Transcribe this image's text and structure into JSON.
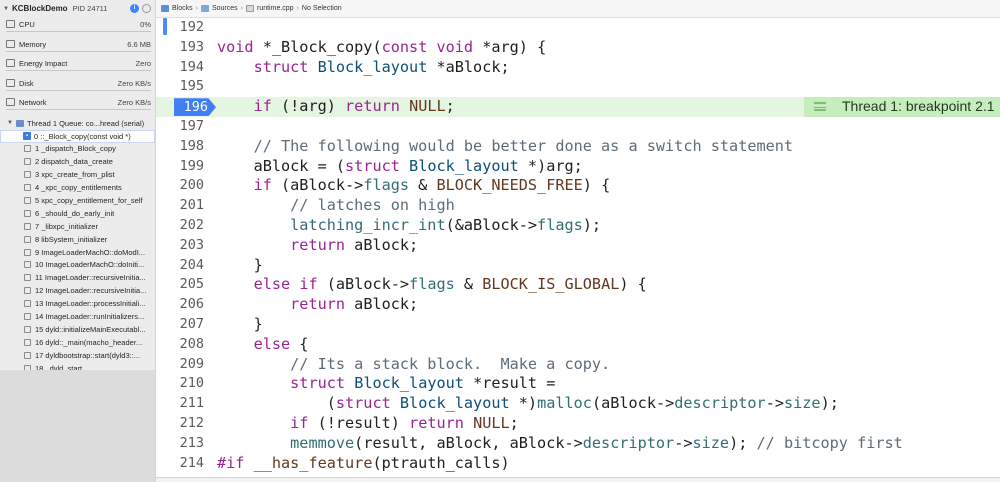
{
  "navigator": {
    "process": {
      "name": "KCBlockDemo",
      "pid": "PID 24711"
    },
    "gauges": [
      {
        "label": "CPU",
        "value": "0%"
      },
      {
        "label": "Memory",
        "value": "6.6 MB"
      },
      {
        "label": "Energy Impact",
        "value": "Zero"
      },
      {
        "label": "Disk",
        "value": "Zero KB/s"
      },
      {
        "label": "Network",
        "value": "Zero KB/s"
      }
    ],
    "thread": "Thread 1 Queue: co...hread (serial)",
    "selected_frame": "0 ::_Block_copy(const void *)",
    "frames": [
      "1 _dispatch_Block_copy",
      "2 dispatch_data_create",
      "3 xpc_create_from_plist",
      "4 _xpc_copy_entitlements",
      "5 xpc_copy_entitlement_for_self",
      "6 _should_do_early_init",
      "7 _libxpc_initializer",
      "8 libSystem_initializer",
      "9 ImageLoaderMachO::doModI...",
      "10 ImageLoaderMachO::doIniti...",
      "11 ImageLoader::recursiveInitia...",
      "12 ImageLoader::recursiveInitia...",
      "13 ImageLoader::processInitiali...",
      "14 ImageLoader::runInitializers...",
      "15 dyld::initializeMainExecutabl...",
      "16 dyld::_main(macho_header...",
      "17 dyldbootstrap::start(dyld3::...",
      "18 _dyld_start"
    ]
  },
  "jumpbar": {
    "crumbs": [
      "Blocks",
      "Sources",
      "runtime.cpp",
      "No Selection"
    ]
  },
  "editor": {
    "breakpoint_line": "196",
    "annotation": "Thread 1: breakpoint 2.1",
    "lines": [
      {
        "n": "192",
        "code": ""
      },
      {
        "n": "193",
        "code": "void *_Block_copy(const void *arg) {"
      },
      {
        "n": "194",
        "code": "    struct Block_layout *aBlock;"
      },
      {
        "n": "195",
        "code": ""
      },
      {
        "n": "196",
        "code": "    if (!arg) return NULL;"
      },
      {
        "n": "197",
        "code": ""
      },
      {
        "n": "198",
        "code": "    // The following would be better done as a switch statement"
      },
      {
        "n": "199",
        "code": "    aBlock = (struct Block_layout *)arg;"
      },
      {
        "n": "200",
        "code": "    if (aBlock->flags & BLOCK_NEEDS_FREE) {"
      },
      {
        "n": "201",
        "code": "        // latches on high"
      },
      {
        "n": "202",
        "code": "        latching_incr_int(&aBlock->flags);"
      },
      {
        "n": "203",
        "code": "        return aBlock;"
      },
      {
        "n": "204",
        "code": "    }"
      },
      {
        "n": "205",
        "code": "    else if (aBlock->flags & BLOCK_IS_GLOBAL) {"
      },
      {
        "n": "206",
        "code": "        return aBlock;"
      },
      {
        "n": "207",
        "code": "    }"
      },
      {
        "n": "208",
        "code": "    else {"
      },
      {
        "n": "209",
        "code": "        // Its a stack block.  Make a copy."
      },
      {
        "n": "210",
        "code": "        struct Block_layout *result ="
      },
      {
        "n": "211",
        "code": "            (struct Block_layout *)malloc(aBlock->descriptor->size);"
      },
      {
        "n": "212",
        "code": "        if (!result) return NULL;"
      },
      {
        "n": "213",
        "code": "        memmove(result, aBlock, aBlock->descriptor->size); // bitcopy first"
      },
      {
        "n": "214",
        "code": "#if __has_feature(ptrauth_calls)"
      }
    ]
  },
  "colors": {
    "keyword": "#9b2393",
    "type": "#0b4f79",
    "function": "#326d74",
    "comment": "#5d6c79",
    "macro": "#643820",
    "breakpoint": "#3f7ff1",
    "current_line": "#e4f5e1",
    "annotation": "#c7ecbe"
  }
}
